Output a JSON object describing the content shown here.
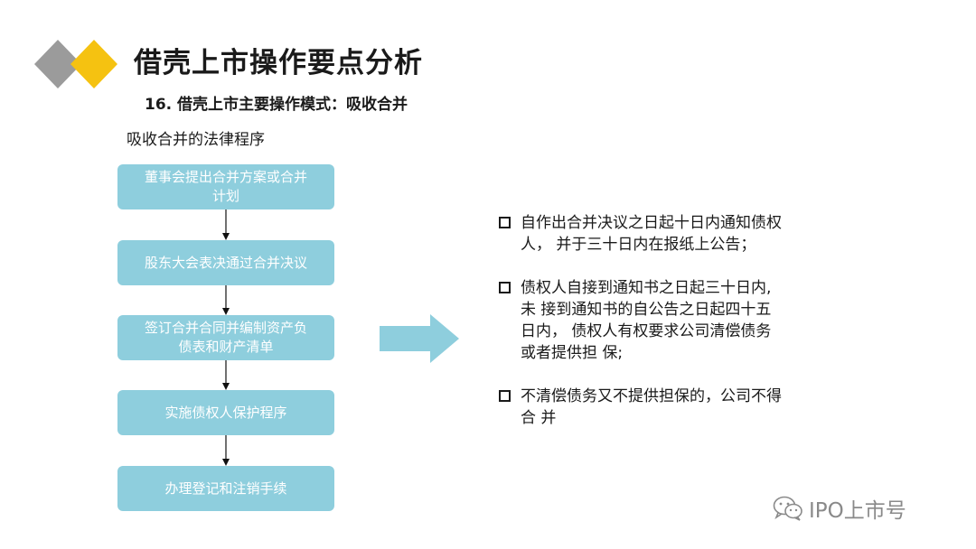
{
  "header": {
    "title": "借壳上市操作要点分析",
    "subtitle": "16. 借壳上市主要操作模式：吸收合并",
    "accent_gray": "#9b9b9b",
    "accent_yellow": "#f5c211"
  },
  "flow": {
    "label": "吸收合并的法律程序",
    "box_color": "#8ecedd",
    "steps": [
      {
        "line1": "董事会提出合并方案或合并",
        "line2": "计划"
      },
      {
        "line1": "股东大会表决通过合并决议",
        "line2": ""
      },
      {
        "line1": "签订合并合同并编制资产负",
        "line2": "债表和财产清单"
      },
      {
        "line1": "实施债权人保护程序",
        "line2": ""
      },
      {
        "line1": "办理登记和注销手续",
        "line2": ""
      }
    ]
  },
  "notes": {
    "items": [
      "自作出合并决议之日起十日内通知债权\n人，  并于三十日内在报纸上公告；",
      "债权人自接到通知书之日起三十日内,\n未 接到通知书的自公告之日起四十五\n日内，  债权人有权要求公司清偿债务\n或者提供担 保;",
      "不清偿债务又不提供担保的，公司不得\n合 并"
    ]
  },
  "watermark": {
    "text": "IPO上市号",
    "icon": "wechat-icon"
  }
}
